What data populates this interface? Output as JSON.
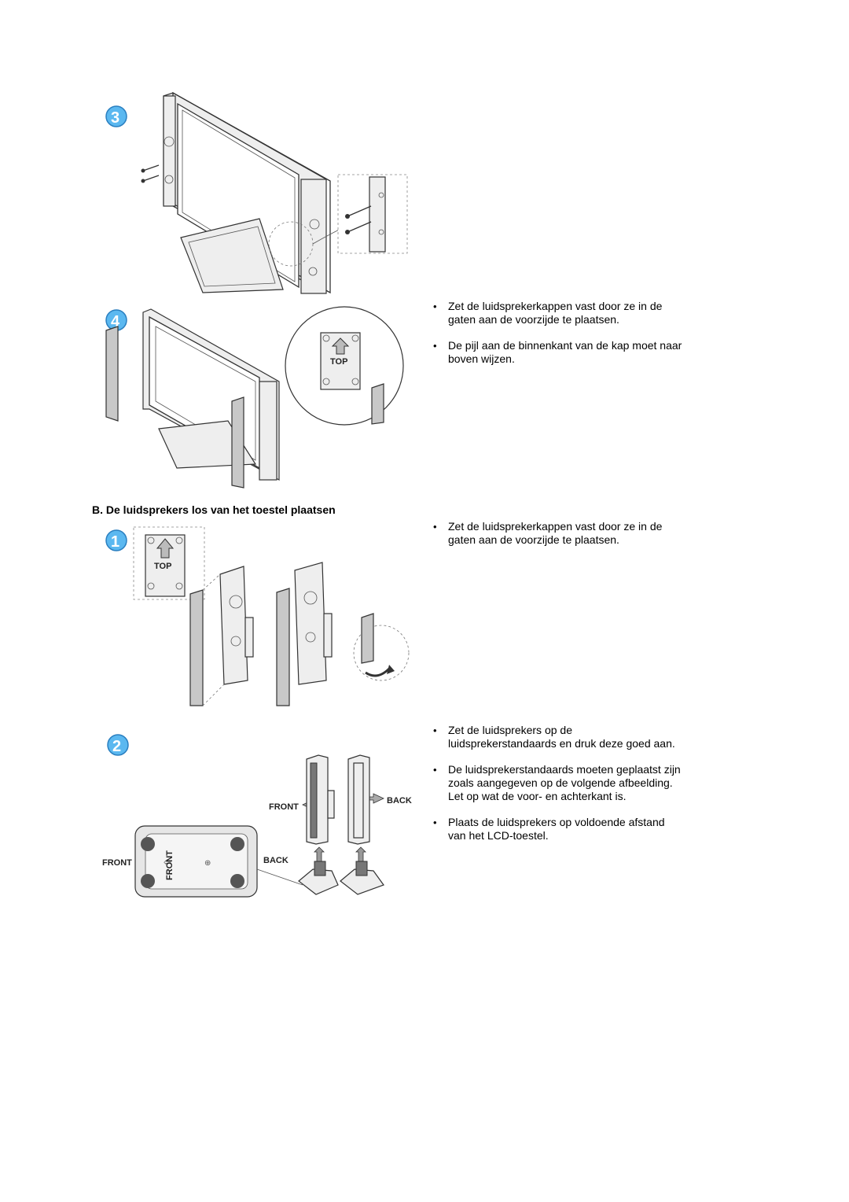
{
  "figures": {
    "step3": {
      "badge": "3"
    },
    "step4": {
      "badge": "4",
      "top_label": "TOP"
    },
    "stepB1": {
      "badge": "1",
      "top_label": "TOP"
    },
    "stepB2": {
      "badge": "2",
      "front_label": "FRONT",
      "back_label": "BACK",
      "base_front_label": "FRONT",
      "base_back_label": "BACK",
      "base_side_label": "FRONT"
    }
  },
  "section_a": {
    "bullets": [
      "Zet de luidsprekerkappen vast door ze in de gaten aan de voorzijde te plaatsen.",
      "De pijl aan de binnenkant van de kap moet naar boven wijzen."
    ]
  },
  "section_b": {
    "heading": "B. De luidsprekers los van het toestel plaatsen",
    "bullets_1": [
      "Zet de luidsprekerkappen vast door ze in de gaten aan de voorzijde te plaatsen."
    ],
    "bullets_2": [
      "Zet de luidsprekers op de luidsprekerstandaards en druk deze goed aan.",
      "De luidsprekerstandaards moeten geplaatst zijn zoals aangegeven op de volgende afbeelding. Let op wat de voor- en achterkant is.",
      "Plaats de luidsprekers op voldoende afstand van het LCD-toestel."
    ]
  }
}
